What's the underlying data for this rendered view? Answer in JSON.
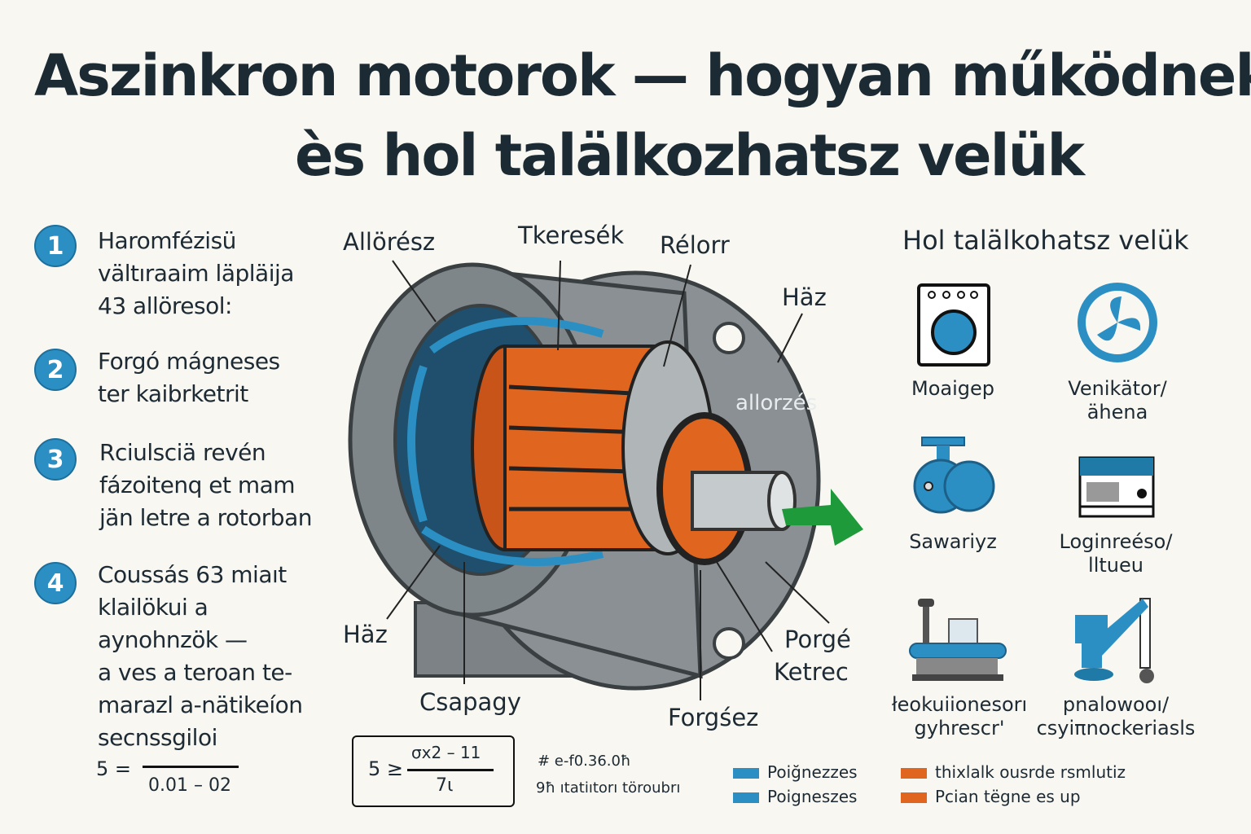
{
  "title": {
    "line1": "Aszinkron motorok — hogyan működnek",
    "line2": "ès hol talälkozhatsz velük"
  },
  "steps": [
    {
      "num": "1",
      "text": "Haromfézisü\nvältıraaim läpläija\n43 allöresol:"
    },
    {
      "num": "2",
      "text": "Forgó mágneses\nter kaibrketrit"
    },
    {
      "num": "3",
      "text": "Rciulsciä revén\nfázoitenq et mam\njän letre a rotorban"
    },
    {
      "num": "4",
      "text": "Coussás 63 miaıt\nklailökui a\naynohnzök —\na ves a teroan te-\nmarazl a-nätikeíon\n        secnssgiloi"
    }
  ],
  "diagram": {
    "labels": {
      "allorez_top": "Allörész",
      "tekercsek": "Tkeresék",
      "rotor": "Rélorr",
      "haz_top": "Häz",
      "allorez_inner": "allorzés",
      "haz_bottom": "Häz",
      "csapagy": "Csapagy",
      "forgesz": "Forgśez",
      "porge": "Porgé",
      "ketrec": "Ketrec"
    },
    "colors": {
      "housing": "#8a9094",
      "winding": "#e0661f",
      "field": "#2b8fc4",
      "arrow": "#1e9a3a"
    }
  },
  "uses": {
    "heading": "Hol talälkohatsz velük",
    "items": [
      {
        "icon": "washing-machine-icon",
        "label": "Moaigep"
      },
      {
        "icon": "fan-icon",
        "label": "Venikätor/\nähena"
      },
      {
        "icon": "pump-icon",
        "label": "Sawariyz"
      },
      {
        "icon": "air-conditioner-icon",
        "label": "Loginreéso/\nlltueu"
      },
      {
        "icon": "machine-tool-icon",
        "label": "łeokuiionesorı\ngyhrescr'"
      },
      {
        "icon": "crane-icon",
        "label": "pnalowooı/\ncsyiπnockeriasls"
      }
    ]
  },
  "formulas": {
    "left": {
      "lhs": "5 =",
      "denominator": "0.01 – 02"
    },
    "boxed": {
      "lhs": "5 ≥",
      "numerator": "σx2 – 11",
      "denominator": "7ι"
    },
    "notes": [
      "# e-f0.36.0ħ",
      "9ħ ıtatiıtorı töroubrı"
    ]
  },
  "legend": [
    {
      "label": "Poiğnezzes",
      "color": "#2b8fc4"
    },
    {
      "label": "Poigneszes",
      "color": "#2b8fc4"
    },
    {
      "label": "thixlalk ousrde   rsmlutiz",
      "color": "#e0661f"
    },
    {
      "label": "Pcian tëgne es up",
      "color": "#e0661f"
    }
  ]
}
